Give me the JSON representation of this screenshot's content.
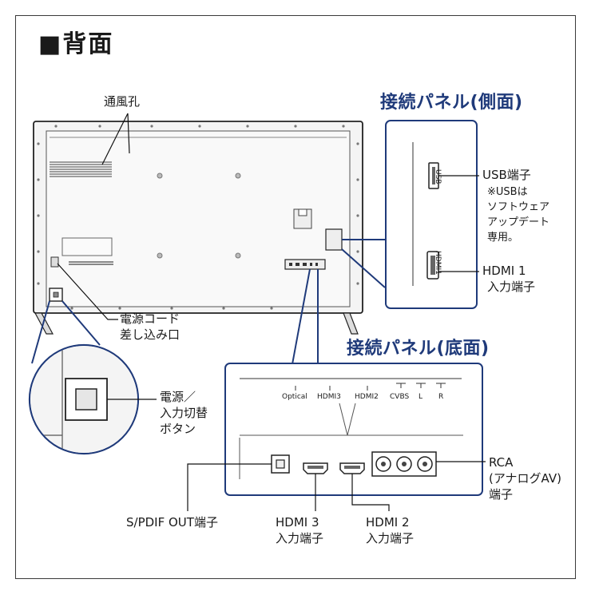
{
  "title": "■背面",
  "labels": {
    "vent": "通風孔",
    "power_inlet": [
      "電源コード",
      "差し込み口"
    ],
    "power_button": [
      "電源／",
      "入力切替",
      "ボタン"
    ],
    "spdif": "S/PDIF OUT端子",
    "hdmi3": [
      "HDMI 3",
      "入力端子"
    ],
    "hdmi2": [
      "HDMI 2",
      "入力端子"
    ],
    "rca": [
      "RCA",
      "(アナログAV)",
      "端子"
    ]
  },
  "side_panel": {
    "title": "接続パネル(側面)",
    "usb_port_text": "USB",
    "hdmi1_port_text": "HDMI1",
    "usb_label": "USB端子",
    "usb_note": [
      "※USBは",
      "ソフトウェア",
      "アップデート",
      "専用。"
    ],
    "hdmi1_label": [
      "HDMI 1",
      "入力端子"
    ]
  },
  "bottom_panel": {
    "title": "接続パネル(底面)",
    "port_labels": [
      "Optical",
      "HDMI3",
      "HDMI2",
      "CVBS",
      "L",
      "R"
    ]
  },
  "colors": {
    "accent": "#1f3a7a",
    "line": "#1a1a1a",
    "tv_body": "#f4f4f4"
  }
}
